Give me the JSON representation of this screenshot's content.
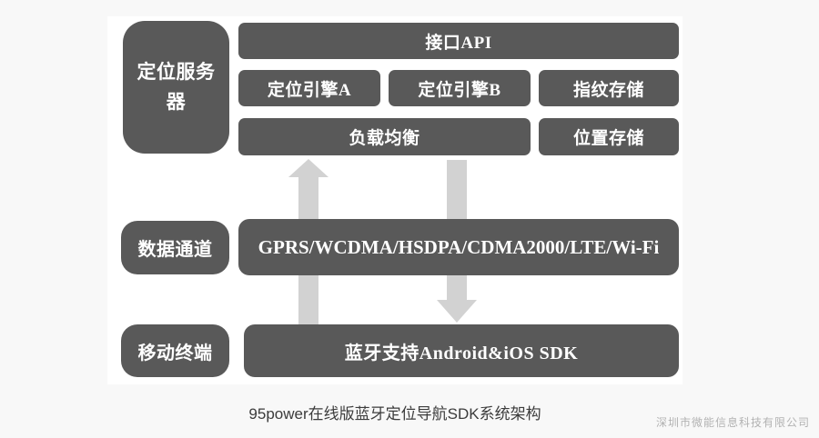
{
  "colors": {
    "page_bg": "#f8f8f8",
    "panel_bg": "#ffffff",
    "box": "#595959",
    "box_text": "#ffffff",
    "arrow": "#d2d2d2",
    "caption": "#3c3c3c",
    "watermark": "#b2b2b2"
  },
  "rows": {
    "server_layer": "定位服务器",
    "channel_layer": "数据通道",
    "terminal_layer": "移动终端"
  },
  "nodes": {
    "server": {
      "line1": "定位服务",
      "line2": "器"
    },
    "api": {
      "label": "接口API"
    },
    "engine_a": {
      "label": "定位引擎A"
    },
    "engine_b": {
      "label": "定位引擎B"
    },
    "fingerprint": {
      "label": "指纹存储"
    },
    "load_balance": {
      "label": "负载均衡"
    },
    "location_store": {
      "label": "位置存储"
    },
    "channel": {
      "label": "数据通道"
    },
    "gprs": {
      "label": "GPRS/WCDMA/HSDPA/CDMA2000/LTE/Wi-Fi"
    },
    "terminal": {
      "label": "移动终端"
    },
    "bluetooth": {
      "label": "蓝牙支持Android&iOS SDK"
    }
  },
  "icons": {
    "up_arrow": "up-arrow",
    "down_arrow": "down-arrow"
  },
  "caption": "95power在线版蓝牙定位导航SDK系统架构",
  "company": "深圳市微能信息科技有限公司"
}
